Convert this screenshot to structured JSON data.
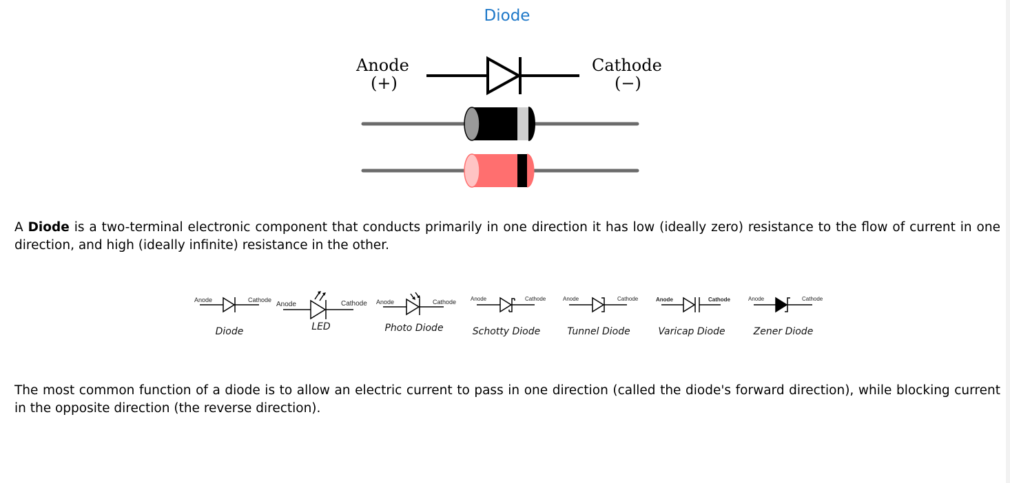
{
  "page": {
    "title": "Diode",
    "anode_label": "Anode",
    "anode_sign": "(+)",
    "cathode_label": "Cathode",
    "cathode_sign": "(−)",
    "para1_prefix": "A ",
    "para1_bold": "Diode",
    "para1_rest": " is a two-terminal electronic component that conducts primarily in one direction it has low (ideally zero) resistance to the flow of current in one direction, and high (ideally infinite) resistance in the other.",
    "para2": "The most common function of a diode is to allow an electric current to pass in one direction (called the diode's forward direction), while blocking current in the opposite direction (the reverse direction)."
  },
  "diode_types": [
    {
      "name": "Diode",
      "anode": "Anode",
      "cathode": "Cathode"
    },
    {
      "name": "LED",
      "anode": "Anode",
      "cathode": "Cathode"
    },
    {
      "name": "Photo Diode",
      "anode": "Anode",
      "cathode": "Cathode"
    },
    {
      "name": "Schotty Diode",
      "anode": "Anode",
      "cathode": "Cathode"
    },
    {
      "name": "Tunnel Diode",
      "anode": "Anode",
      "cathode": "Cathode"
    },
    {
      "name": "Varicap Diode",
      "anode": "Anode",
      "cathode": "Cathode"
    },
    {
      "name": "Zener Diode",
      "anode": "Anode",
      "cathode": "Cathode"
    }
  ],
  "colors": {
    "title": "#1e78c8",
    "lead": "#6b6b6b",
    "diode_black": "#000000",
    "diode_band_grey": "#cfcfcf",
    "diode_red": "#ff6f6f",
    "diode_red_end": "#ffc4c4"
  }
}
